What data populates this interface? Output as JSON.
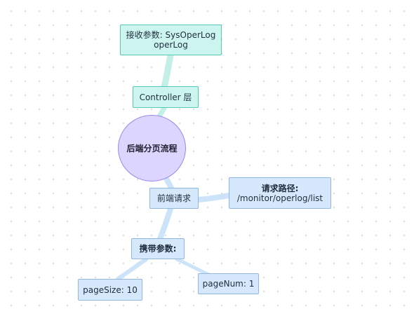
{
  "diagram": {
    "root": {
      "label": "后端分页流程"
    },
    "branches": {
      "controller": {
        "label": "Controller 层",
        "params": {
          "line1": "接收参数: SysOperLog",
          "line2": "operLog"
        }
      },
      "frontend": {
        "label": "前端请求",
        "path": {
          "line1": "请求路径:",
          "line2": "/monitor/operlog/list"
        },
        "carry": {
          "label": "携带参数:",
          "page_size": "pageSize: 10",
          "page_num": "pageNum: 1"
        }
      }
    },
    "colors": {
      "teal_node_fill": "#cdf5ef",
      "teal_node_border": "#54c9b5",
      "blue_node_fill": "#d6e8fb",
      "blue_node_border": "#8fb6e5",
      "root_fill": "#dcd5fe",
      "root_border": "#9b86ee",
      "teal_edge": "#c3efe6",
      "blue_edge": "#cce3fa"
    }
  }
}
